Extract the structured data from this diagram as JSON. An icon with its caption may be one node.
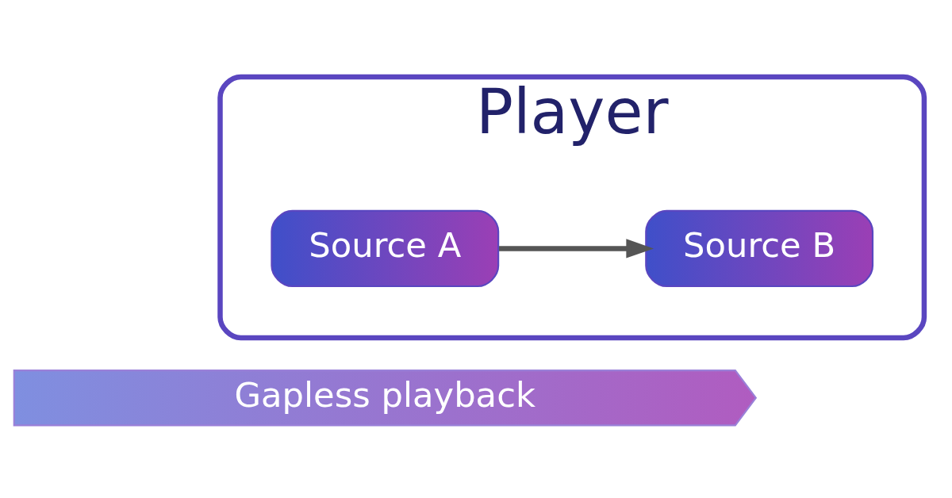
{
  "diagram": {
    "nodes": [
      {
        "text": [
          "Player"
        ]
      },
      {
        "text": [
          "Source A"
        ],
        "in": 0
      },
      {
        "text": [
          "Source B"
        ],
        "in": 0
      },
      {
        "text": [
          "Gapless playback"
        ]
      }
    ],
    "edges": [
      {
        "from": 1,
        "to": 2,
        "arrow": "to"
      }
    ]
  }
}
